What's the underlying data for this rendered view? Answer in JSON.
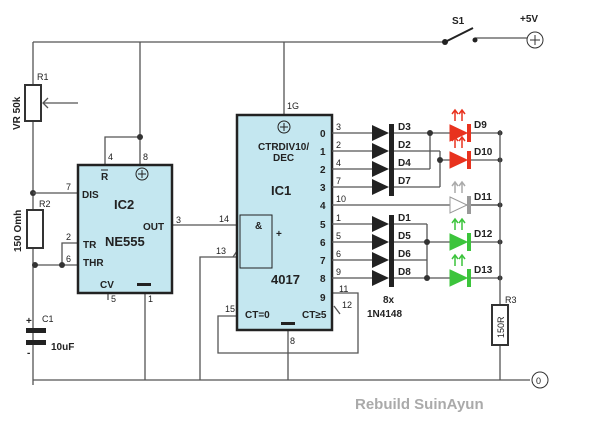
{
  "supply": {
    "switch": "S1",
    "vplus": "+5V",
    "ground": "0"
  },
  "r1": {
    "ref": "R1",
    "value": "VR 50k"
  },
  "r2": {
    "ref": "R2",
    "value": "150 Omh"
  },
  "c1": {
    "ref": "C1",
    "value": "10uF",
    "plus": "+",
    "minus": "-"
  },
  "ic2": {
    "ref": "IC2",
    "part": "NE555",
    "pins": {
      "dis": "DIS",
      "tr": "TR",
      "thr": "THR",
      "out": "OUT",
      "cv": "CV",
      "r": "R",
      "p4": "4",
      "p8": "8",
      "p7": "7",
      "p2": "2",
      "p6": "6",
      "p3": "3",
      "p5": "5",
      "p1": "1"
    }
  },
  "ic1": {
    "ref": "IC1",
    "part": "4017",
    "func": "CTRDIV10/",
    "func2": "DEC",
    "and": "&",
    "plus": "+",
    "ct0": "CT=0",
    "ct5": "CT≥5",
    "p16": "1G",
    "p14": "14",
    "p13": "13",
    "p15": "15",
    "p8": "8",
    "p12": "12",
    "p11": "11",
    "outputs": [
      "0",
      "1",
      "2",
      "3",
      "4",
      "5",
      "6",
      "7",
      "8",
      "9"
    ],
    "outpins": [
      "3",
      "2",
      "4",
      "7",
      "10",
      "1",
      "5",
      "6",
      "9"
    ]
  },
  "diodes": {
    "labels": [
      "D3",
      "D2",
      "D4",
      "D7",
      "D1",
      "D5",
      "D6",
      "D8"
    ],
    "note1": "8x",
    "note2": "1N4148"
  },
  "leds": [
    {
      "ref": "D9",
      "color": "#e8321e"
    },
    {
      "ref": "D10",
      "color": "#e8321e"
    },
    {
      "ref": "D11",
      "color": "#ffffff"
    },
    {
      "ref": "D12",
      "color": "#3cc43c"
    },
    {
      "ref": "D13",
      "color": "#3cc43c"
    }
  ],
  "r3": {
    "ref": "R3",
    "value": "150R"
  },
  "watermark": "Rebuild SuinAyun"
}
